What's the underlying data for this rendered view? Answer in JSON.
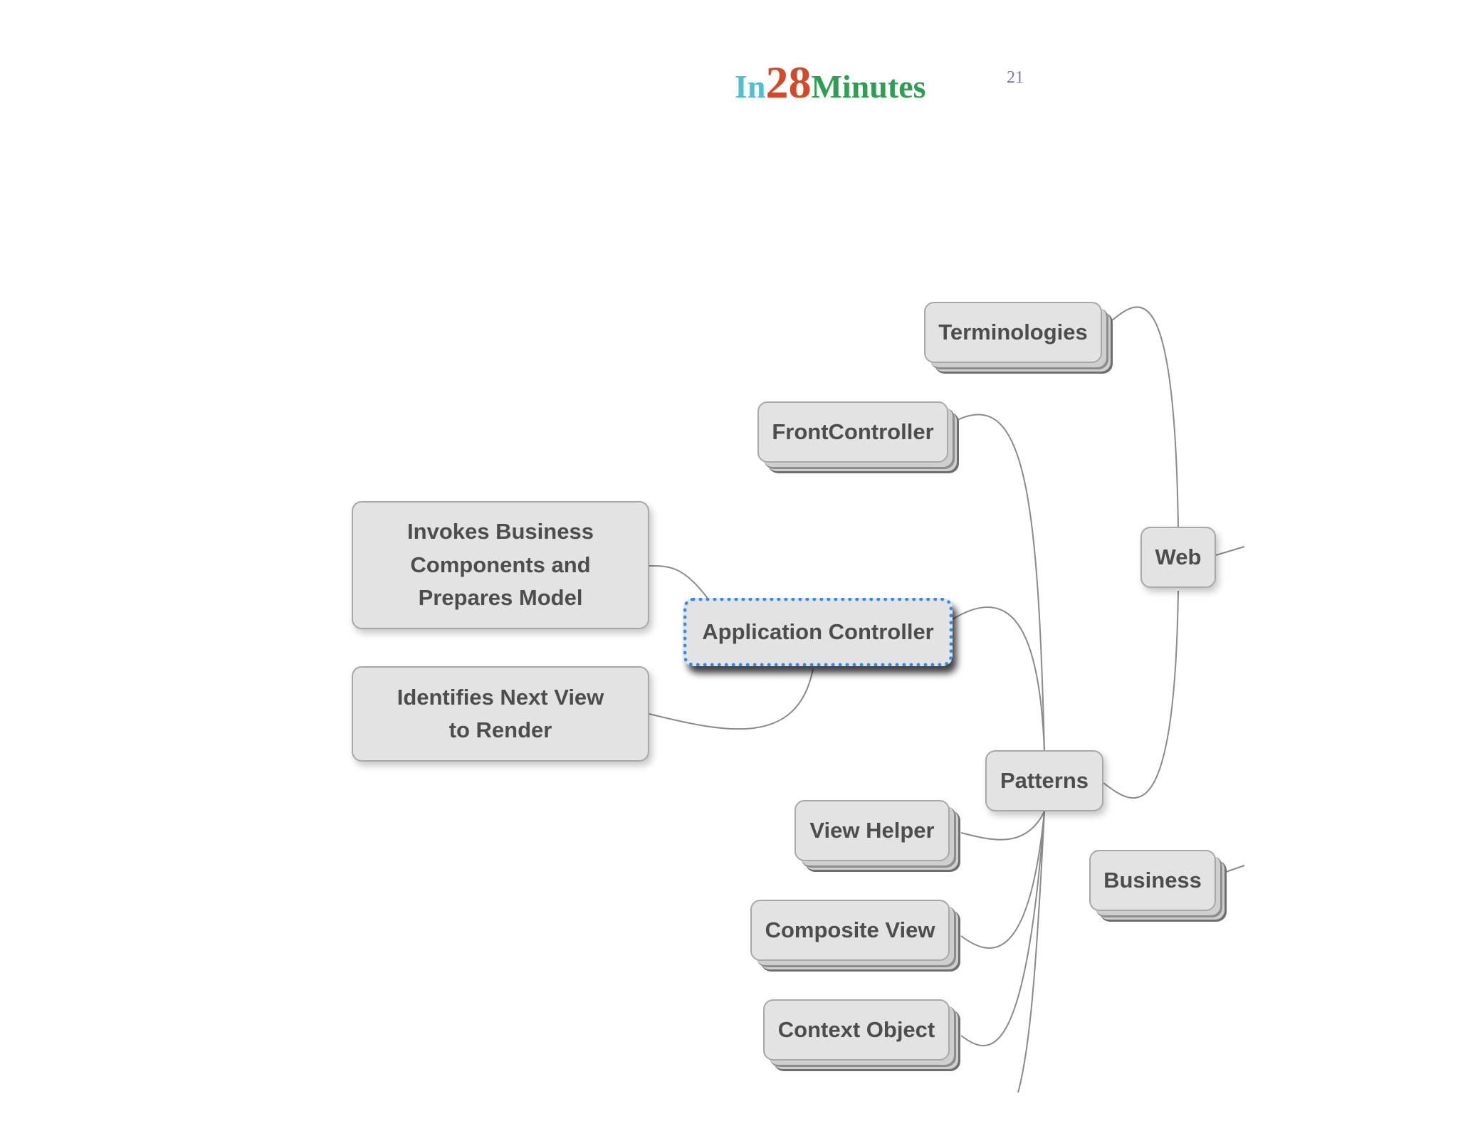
{
  "header": {
    "logo_in": "In",
    "logo_28": "28",
    "logo_minutes": "Minutes",
    "page_number": "21"
  },
  "nodes": {
    "terminologies": "Terminologies",
    "front_controller": "FrontController",
    "invokes_business": "Invokes Business Components and Prepares Model",
    "application_controller": "Application Controller",
    "identifies_next_view": "Identifies Next View to Render",
    "web": "Web",
    "patterns": "Patterns",
    "view_helper": "View Helper",
    "business": "Business",
    "composite_view": "Composite View",
    "context_object": "Context Object"
  },
  "colors": {
    "logo_in": "#4ec0d0",
    "logo_28": "#d34a2a",
    "logo_minutes": "#2e9e52",
    "selection_outline": "#2e8ef0",
    "node_fill": "#e3e3e3"
  }
}
